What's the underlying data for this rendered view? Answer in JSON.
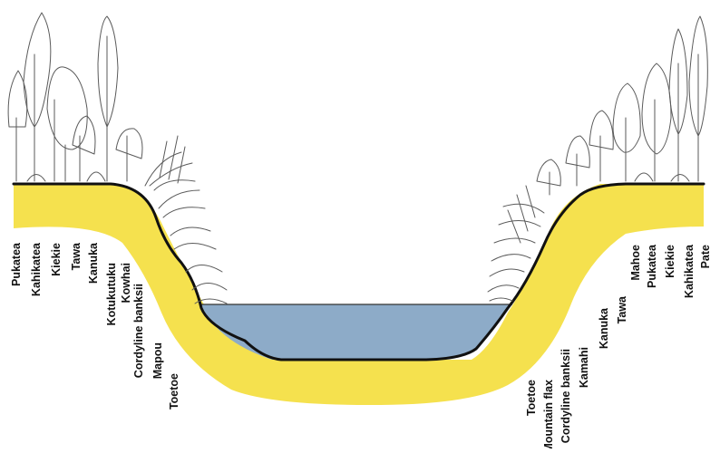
{
  "colors": {
    "soil": "#f5e14e",
    "water": "#8dabc8",
    "bank_line": "#111111",
    "vegetation": "#5a5a5a"
  },
  "left_bank": {
    "labels": [
      "Pukatea",
      "Kahikatea",
      "Kiekie",
      "Tawa",
      "Kanuka",
      "Kotukutuku",
      "Kowhai",
      "Cordyline banksii",
      "Mapou",
      "Toetoe"
    ]
  },
  "right_bank": {
    "labels": [
      "Toetoe",
      "Mountain flax",
      "Cordyline banksii",
      "Kamahi",
      "Kanuka",
      "Tawa",
      "Mahoe",
      "Pukatea",
      "Kiekie",
      "Kahikatea",
      "Pate"
    ]
  }
}
